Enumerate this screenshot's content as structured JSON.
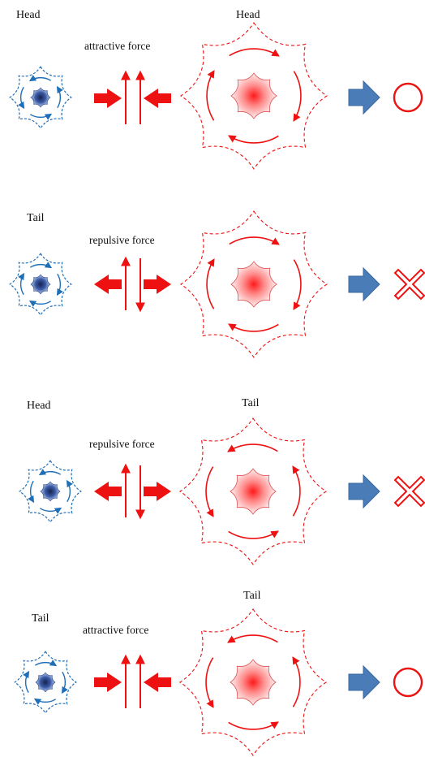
{
  "colors": {
    "red": "#ee1111",
    "blue": "#1f6fb8",
    "blue_fill": "#b9d6ef",
    "blue_dark": "#1d3b84",
    "arrow_blue": "#4a7cb8"
  },
  "rows": [
    {
      "left_label": "Head",
      "right_label": "Head",
      "force_label": "attractive force",
      "force_type": "attractive",
      "left_circulation": "ccw",
      "right_circulation": "cw",
      "result": "circle",
      "result_icon": "circle-ok-icon"
    },
    {
      "left_label": "Tail",
      "right_label": "",
      "force_label": "repulsive force",
      "force_type": "repulsive",
      "left_circulation": "cw",
      "right_circulation": "cw",
      "result": "cross",
      "result_icon": "cross-ng-icon"
    },
    {
      "left_label": "Head",
      "right_label": "Tail",
      "force_label": "repulsive force",
      "force_type": "repulsive",
      "left_circulation": "ccw",
      "right_circulation": "ccw",
      "result": "cross",
      "result_icon": "cross-ng-icon"
    },
    {
      "left_label": "Tail",
      "right_label": "Tail",
      "force_label": "attractive force",
      "force_type": "attractive",
      "left_circulation": "cw",
      "right_circulation": "ccw",
      "result": "circle",
      "result_icon": "circle-ok-icon"
    }
  ]
}
